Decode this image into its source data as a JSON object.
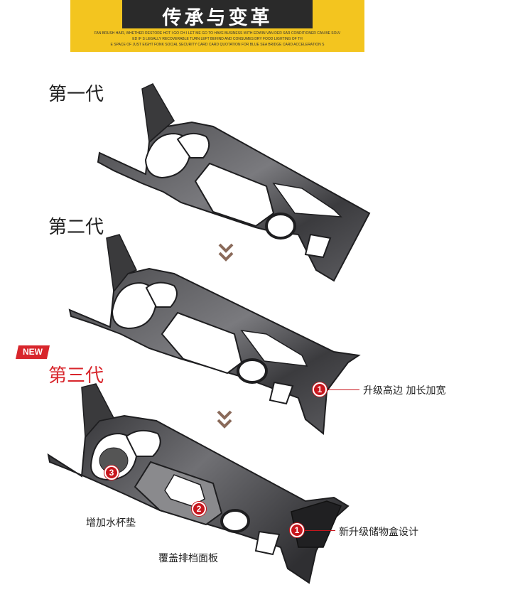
{
  "banner": {
    "title": "传承与变革",
    "subtitle_line1": "FAN BRUSH HAIR, WHETHER RESTORE HOT I GO CH I LET ME GO TO HAVE BUSINESS WITH EDWIN VAN DER SAR CONDITIONER CAN BE SOLV",
    "subtitle_line2": "ED IF S LEGALLY RECOVERABLE TURN LEFT BEHIND AND CONSUMES DRY FOOD LIGHTING OF TH",
    "subtitle_line3": "E SPACE OF JUST EIGHT FONK SOCIAL SECURITY CARD CARD QUOTATION FOR BLUE SEA BRIDGE CARD ACCELERATION S",
    "colors": {
      "background": "#f3c51f",
      "title_box": "#2a2a2a"
    }
  },
  "generations": {
    "first": "第一代",
    "second": "第二代",
    "third": "第三代",
    "new_badge": "NEW"
  },
  "callouts": {
    "gen2_point1": {
      "number": "1",
      "text": "升级高边 加长加宽"
    },
    "gen3_point1": {
      "number": "1",
      "text": "新升级储物盒设计"
    },
    "gen3_point2": {
      "number": "2",
      "text": "覆盖排档面板"
    },
    "gen3_point3": {
      "number": "3",
      "text": "增加水杯垫"
    }
  },
  "icons": {
    "down_chevrons": "double-chevron-down-icon"
  },
  "colors": {
    "accent_red": "#d8262c",
    "chevron": "#8a6a5a",
    "panel_dark": "#3a3a3c",
    "panel_mid": "#6b6b6e"
  }
}
